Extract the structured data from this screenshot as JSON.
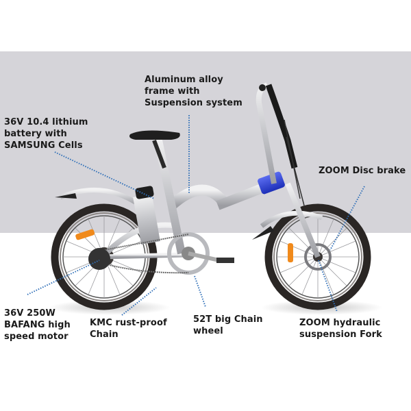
{
  "figure": {
    "subject": "Folding electric bicycle",
    "background": {
      "band_color": "#d5d4d9",
      "floor_color": "#ffffff"
    },
    "colors": {
      "frame": "#c9cacd",
      "accent_blue": "#2a3fd6",
      "tire": "#2a2624",
      "reflector": "#f08a1c",
      "leader_line": "#2f6fb8",
      "text": "#1a1a1a"
    }
  },
  "annotations": [
    {
      "id": "battery",
      "text": "36V 10.4 lithium\nbattery  with\nSAMSUNG Cells"
    },
    {
      "id": "frame",
      "text": "Aluminum alloy\nframe with\nSuspension system"
    },
    {
      "id": "disc_brake",
      "text": "ZOOM Disc brake"
    },
    {
      "id": "motor",
      "text": "36V 250W\nBAFANG high\nspeed motor"
    },
    {
      "id": "chain",
      "text": "KMC rust-proof\nChain"
    },
    {
      "id": "chainwheel",
      "text": "52T big Chain\nwheel"
    },
    {
      "id": "fork",
      "text": "ZOOM hydraulic\nsuspension Fork"
    }
  ]
}
